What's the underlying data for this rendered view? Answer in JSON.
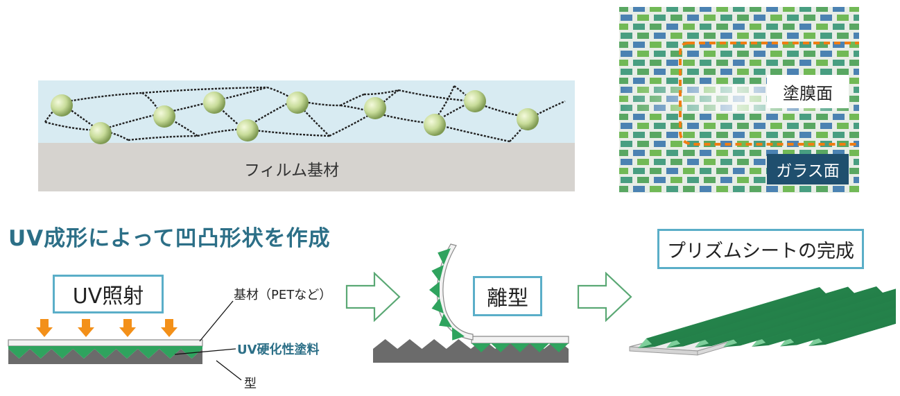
{
  "film_diagram": {
    "substrate_label": "フィルム基材"
  },
  "photo": {
    "coated_label": "塗膜面",
    "glass_label": "ガラス面"
  },
  "heading": "UV成形によって凹凸形状を作成",
  "process": {
    "uv_label": "UV照射",
    "substrate_annot": "基材（PETなど）",
    "coating_annot": "UV硬化性塗料",
    "mold_annot": "型",
    "release_label": "離型",
    "result_label": "プリズムシートの完成"
  },
  "colors": {
    "coating_green": "#2fa35e",
    "arrow_orange": "#f39019",
    "box_border": "#5aaec8",
    "heading": "#2c6f87",
    "mold_gray": "#6b6b6b"
  }
}
